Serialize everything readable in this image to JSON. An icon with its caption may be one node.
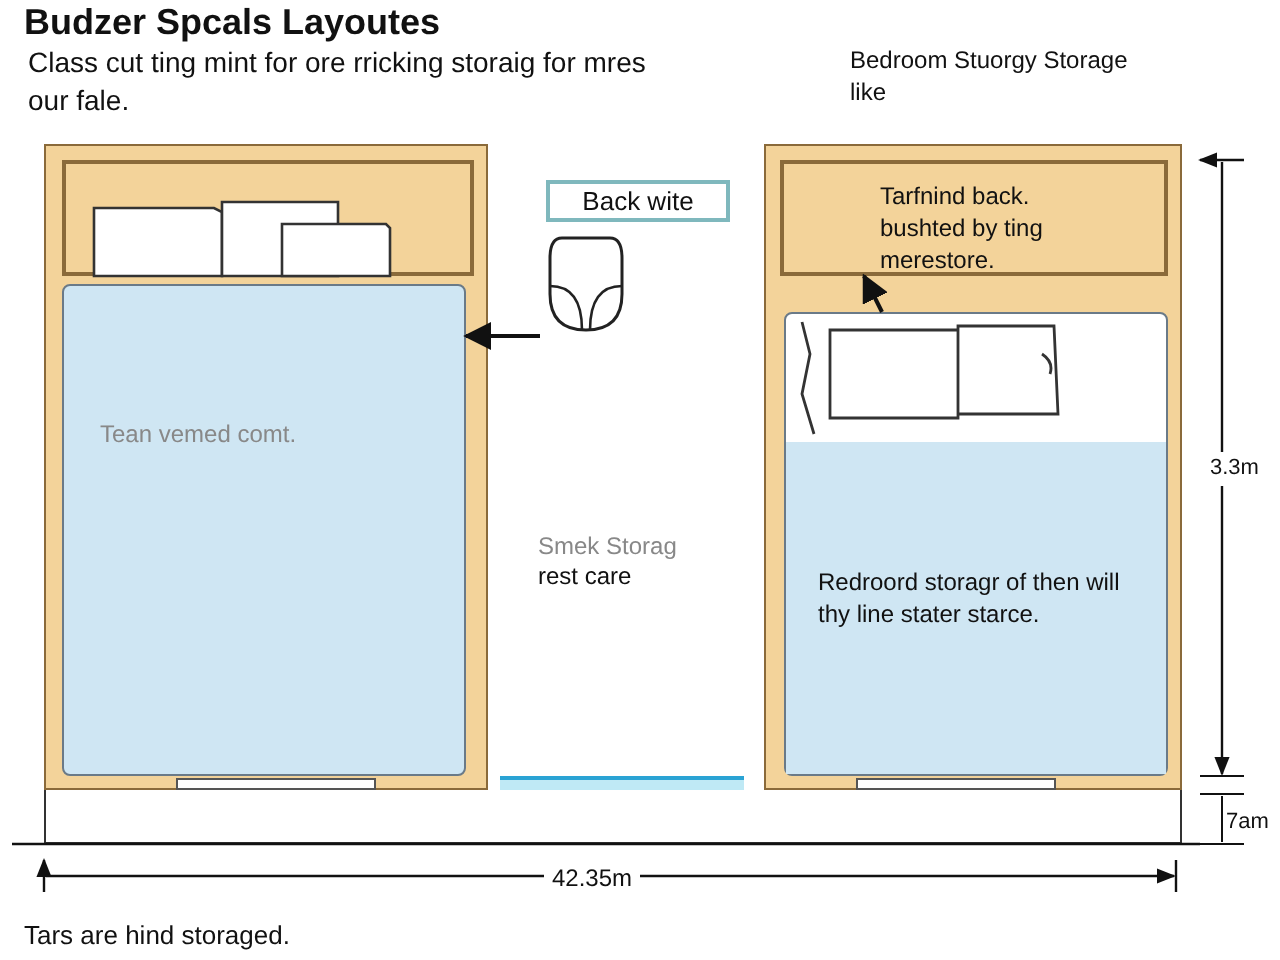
{
  "diagram": {
    "title": "Budzer Spcals Layoutes",
    "caption": "Tars are hind storaged.",
    "nodes": [
      {
        "text": [],
        "shape": "box"
      },
      {
        "text": [
          "Tean vemed comt."
        ]
      },
      {
        "text": [
          "Back wite"
        ]
      },
      {
        "text": [],
        "shape": "toilet"
      },
      {
        "text": [
          "Tarfnind back. bushted by ting merestore."
        ]
      },
      {
        "text": [
          "Redroord storagr of then will thy line stater starce."
        ]
      }
    ],
    "edges": [
      {
        "from": null,
        "to": 1,
        "arrow": "to"
      },
      {
        "from": 5,
        "to": 4,
        "arrow": "to"
      }
    ],
    "labels": [
      "Class cut ting mint for ore rricking storaig for mres our fale.",
      "Bedroom Stuorgy Storage like",
      "Smek Storag",
      "rest care",
      "3.3m",
      "7am",
      "42.35m"
    ]
  }
}
